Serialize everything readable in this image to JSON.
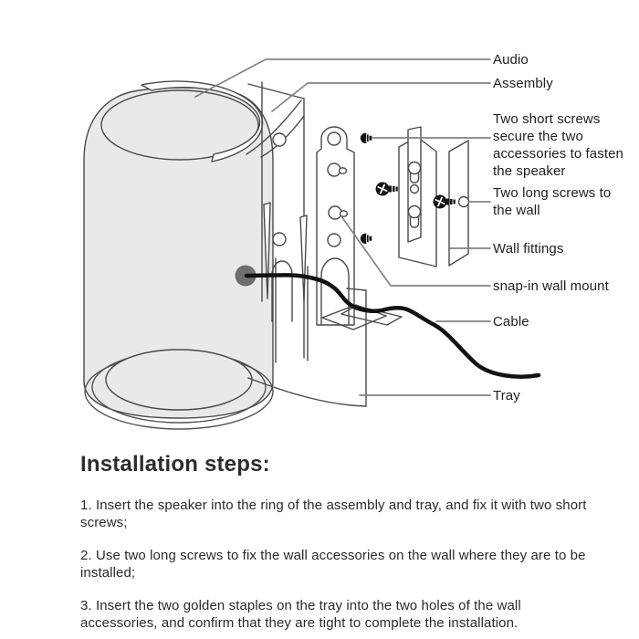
{
  "diagram": {
    "labels": {
      "audio": "Audio",
      "assembly": "Assembly",
      "short_screws": "Two short screws secure the two accessories to fasten the speaker",
      "long_screws": "Two long screws to the wall",
      "wall_fittings": "Wall fittings",
      "snap_in": "snap-in wall mount",
      "cable": "Cable",
      "tray": "Tray"
    },
    "colors": {
      "background": "#ffffff",
      "line": "#4a4a4a",
      "leader_line": "#828282",
      "speaker_fill": "#e9e9e9",
      "screw_fill": "#161616",
      "cable_color": "#121212",
      "audio_port": "#6e6e6e",
      "text": "#1f1f1f"
    }
  },
  "instructions": {
    "heading": "Installation steps:",
    "steps": [
      "1. Insert the speaker into the ring of the assembly and tray, and fix it with two short screws;",
      "2. Use two long screws to fix the wall accessories on the wall where they are to be installed;",
      "3. Insert the two golden staples on the tray into the two holes of the wall accessories, and confirm that they are tight to complete the installation."
    ]
  }
}
